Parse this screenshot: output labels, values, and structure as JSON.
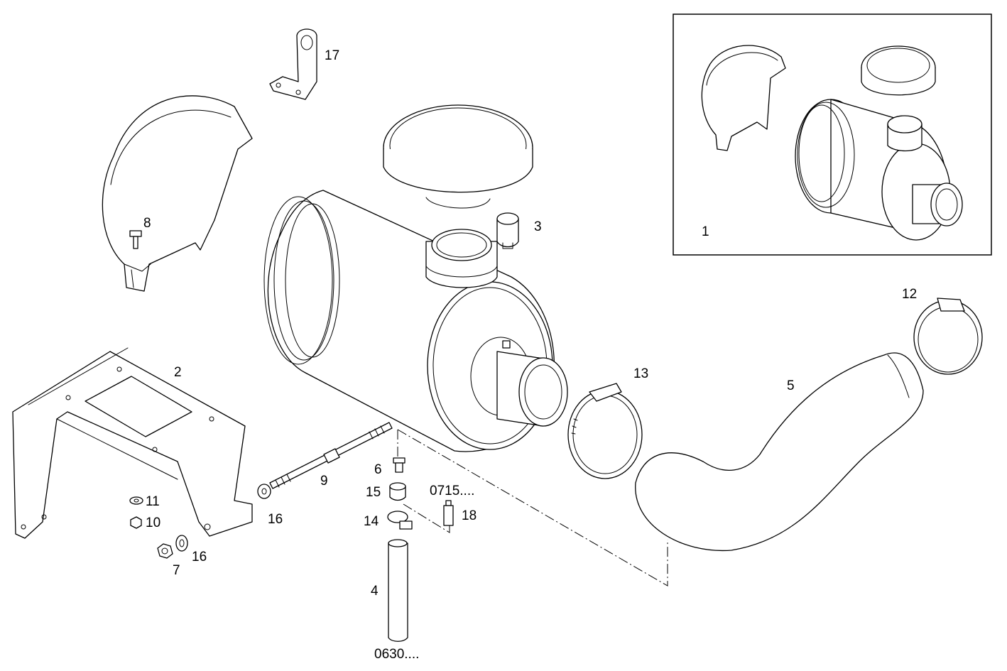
{
  "diagram": {
    "inset_callout": "1",
    "callouts": {
      "bracket": "2",
      "cap_3": "3",
      "tube_4": "4",
      "hose_5": "5",
      "screw_6": "6",
      "nut_7": "7",
      "bolt_8": "8",
      "stud_9": "9",
      "nut_10": "10",
      "washer_11": "11",
      "clamp_12": "12",
      "clamp_13": "13",
      "clip_14": "14",
      "bush_15": "15",
      "washer_16a": "16",
      "washer_16b": "16",
      "bracket_17": "17",
      "fitting_18": "18"
    },
    "references": {
      "ref_0715": "0715....",
      "ref_0630": "0630...."
    }
  }
}
